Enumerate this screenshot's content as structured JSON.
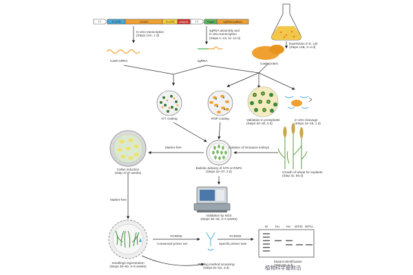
{
  "constructs": {
    "cas9": {
      "promoter": "T7",
      "segments": [
        "5'-UTR",
        "zCas9",
        "3'-UTR",
        "poly(A)"
      ]
    },
    "sgrna": {
      "promoter": "T7",
      "segments": [
        "Target",
        "sgRNA scaffold"
      ]
    }
  },
  "steps": {
    "ivt_cas9": "In vitro transcription\n(Steps 14A, 1 d)",
    "ivt_sgrna": "sgRNA assembly and\nin vitro transcription\n(Steps 1–13, 11–12 d)",
    "ecoli": "Expression in E. coli\n(Steps 14B, 3–4 d)",
    "cas9_mrna": "Cas9 mRNA",
    "sgrna": "sgRNA",
    "cas9_protein": "Cas9 protein",
    "ivt_coating": "IVT coating",
    "rnp_coating": "RNP coating",
    "protoplasts": "Validation in protoplasts\n(Steps 20–30, 5 d)",
    "cleavage": "In vitro cleavage\n(Steps 15–19, 1 d)",
    "callus": "Callus induction\n(Step 47, 7 weeks)",
    "marker_free_1": "Marker-free",
    "isolation": "Isolation of immature embryo",
    "biolistic": "Biolistic delivery of IVTs or RNPs\n(Steps 32–37, 2 d)",
    "growth": "Growth of wheat for explants\n(Step 31, 90 d)",
    "marker_free_2": "Marker-free",
    "ngs": "Validation by NGS\n(Steps 38–46, 3–4 weeks)",
    "pcr_re_1": "PCR/RE",
    "conserved": "Conserved primer set",
    "pcr_re_2": "PCR/RE",
    "specific": "Specific primer sets",
    "seedlings": "Seedlings regeneration\n(Steps 48–50, 4–6 weeks)",
    "screening": "Pooling method screening\n(Steps 51–52, 3 d)",
    "mutant": "Mutant identification\n(Step 53, 1 d)"
  },
  "gel_lanes": [
    "M",
    "Ho",
    "He",
    "WT/D",
    "WT/U"
  ],
  "watermark": "植物科学最前沿",
  "colors": {
    "orange": "#f0a030",
    "yellow": "#f3e07a",
    "green": "#7bbf5a",
    "blue": "#4aa8d8",
    "red": "#d33030",
    "dish": "#e8e8e8"
  }
}
